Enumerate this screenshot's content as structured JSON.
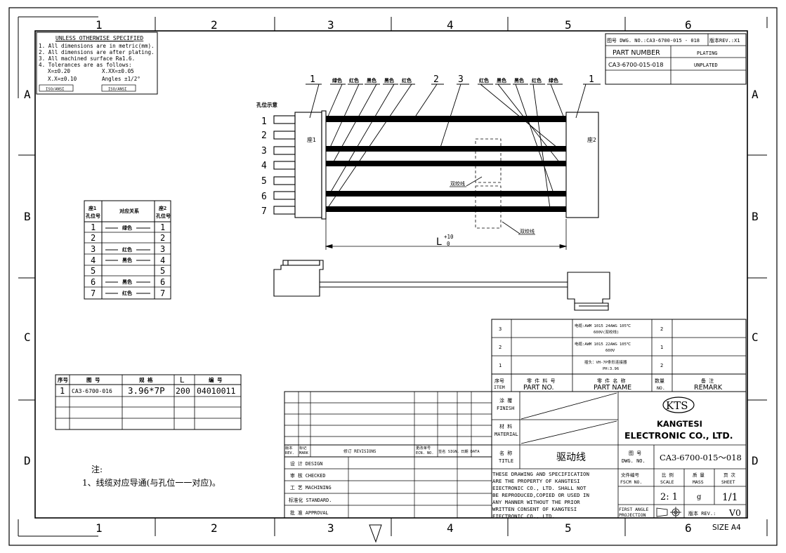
{
  "grid": {
    "columns": [
      "1",
      "2",
      "3",
      "4",
      "5",
      "6"
    ],
    "rows": [
      "A",
      "B",
      "C",
      "D"
    ]
  },
  "tolerance_note": {
    "heading": "UNLESS OTHERWISE SPECIFIED",
    "lines": [
      "1. All dimensions are in metric(mm).",
      "2. All dimensions are after plating.",
      "3. All machined surface Ra1.6.",
      "4. Tolerances are as follows:"
    ],
    "tol_x0": "X=±0.20",
    "tol_x00": "X.XX=±0.05",
    "tol_x1": "X.X=±0.10",
    "tol_angle": "Angles ±1/2°",
    "symbol_left": "ISO/ANSI",
    "symbol_right": "ISO/ANSI"
  },
  "title_top": {
    "dwg_label": "图号 DWG. NO.:CA3-6700-015 - 018",
    "rev_label": "版本REV.:X1",
    "part_number_label": "PART NUMBER",
    "plating_label": "PLATING",
    "part_no": "CA3-6700-015-018",
    "plating": "UNPLATED"
  },
  "assembly": {
    "pin_title": "孔位示意",
    "pins": [
      "1",
      "2",
      "3",
      "4",
      "5",
      "6",
      "7"
    ],
    "left_connector_label": "座1",
    "right_connector_label": "座2",
    "balloon_1": "1",
    "balloon_2": "2",
    "balloon_3": "3",
    "balloon_1r": "1",
    "left_wire_colors": [
      "绿色",
      "红色",
      "黑色",
      "黑色",
      "红色"
    ],
    "right_wire_colors": [
      "红色",
      "黑色",
      "黑色",
      "红色",
      "绿色"
    ],
    "twisted_label_1": "双绞线",
    "twisted_label_2": "双绞线",
    "dim_L": "L",
    "dim_tol_upper": "+10",
    "dim_tol_lower": "0"
  },
  "pin_table": {
    "header_left": [
      "座1",
      "孔位号"
    ],
    "header_mid": "对应关系",
    "header_right": [
      "座2",
      "孔位号"
    ],
    "rows": [
      {
        "a": "1",
        "c": "绿色",
        "b": "1"
      },
      {
        "a": "2",
        "c": "",
        "b": "2"
      },
      {
        "a": "3",
        "c": "红色",
        "b": "3"
      },
      {
        "a": "4",
        "c": "黑色",
        "b": "4"
      },
      {
        "a": "5",
        "c": "",
        "b": "5"
      },
      {
        "a": "6",
        "c": "黑色",
        "b": "6"
      },
      {
        "a": "7",
        "c": "红色",
        "b": "7"
      }
    ]
  },
  "variant_table": {
    "headers": [
      "序号",
      "图 号",
      "规 格",
      "L",
      "编 号"
    ],
    "rows": [
      [
        "1",
        "CA3-6700-016",
        "3.96*7P",
        "200",
        "04010011"
      ]
    ]
  },
  "bom": {
    "rows": [
      {
        "item": "3",
        "part_no": "",
        "desc": [
          "电缆:AWM 1015 24AWG 105℃",
          "600V(双绞线)"
        ],
        "qty": "2",
        "remark": ""
      },
      {
        "item": "2",
        "part_no": "",
        "desc": [
          "电缆:AWM 1015 22AWG 105℃",
          "600V"
        ],
        "qty": "1",
        "remark": ""
      },
      {
        "item": "1",
        "part_no": "",
        "desc": [
          "插头：VH-7P条形连接器",
          "PH:3.96"
        ],
        "qty": "2",
        "remark": ""
      }
    ],
    "header": {
      "item": [
        "序号",
        "ITEM"
      ],
      "part_no": [
        "零 件 料 号",
        "PART NO."
      ],
      "name": [
        "零 件 名 称",
        "PART NAME"
      ],
      "qty": [
        "数量",
        "NO."
      ],
      "remark": [
        "备 注",
        "REMARK"
      ]
    }
  },
  "revision_block": {
    "rev_mark": [
      "版本",
      "REV."
    ],
    "mark": [
      "标记",
      "MARK"
    ],
    "revisions": "修订 REVISIONS",
    "ecn": [
      "更改单号",
      "ECN. NO."
    ],
    "sign": "签名 SIGN.",
    "date": "日期 DATA",
    "roles": [
      "设 计 DESIGN",
      "审 核 CHECKED",
      "工 艺 MACHINING",
      "标准化 STANDARD.",
      "批 准 APPROVAL"
    ]
  },
  "title_block": {
    "finish": [
      "涂 覆",
      "FINISH"
    ],
    "material": [
      "材 料",
      "MATERIAL"
    ],
    "name_label": [
      "名 称",
      "TITLE"
    ],
    "title": "驱动线",
    "logo": "KTS",
    "company_1": "KANGTESI",
    "company_2": "ELECTRONIC CO., LTD.",
    "dwg_no_label": [
      "图 号",
      "DWG. NO."
    ],
    "dwg_no": "CA3-6700-015～018",
    "property_text": [
      "THESE DRAWING AND SPECIFICATION",
      "ARE THE PROPERTY OF KANGTESI",
      "EIECTRONIC CO., LTD. SHALL NOT",
      "BE REPRODUCED,COPIED OR USED IN",
      "ANY MANNER WITHOUT THE PRIOR",
      "WRITTEN CONSENT OF KANGTESI",
      "EIECTRONIC CO., LTD."
    ],
    "fscm_label": [
      "文件编号",
      "FSCM NO."
    ],
    "scale_label": [
      "比 例",
      "SCALE"
    ],
    "mass_label": [
      "质 量",
      "MASS"
    ],
    "sheet_label": [
      "页 次",
      "SHEET"
    ],
    "scale": "2: 1",
    "mass": "g",
    "sheet": "1/1",
    "projection": [
      "FIRST ANGLE",
      "PROJECTION"
    ],
    "rev_label": "版本 REV.:",
    "rev": "V0",
    "size": "SIZE A4"
  },
  "notes": {
    "heading": "注:",
    "line1": "1、线缆对应导通(与孔位一一对应)。"
  }
}
